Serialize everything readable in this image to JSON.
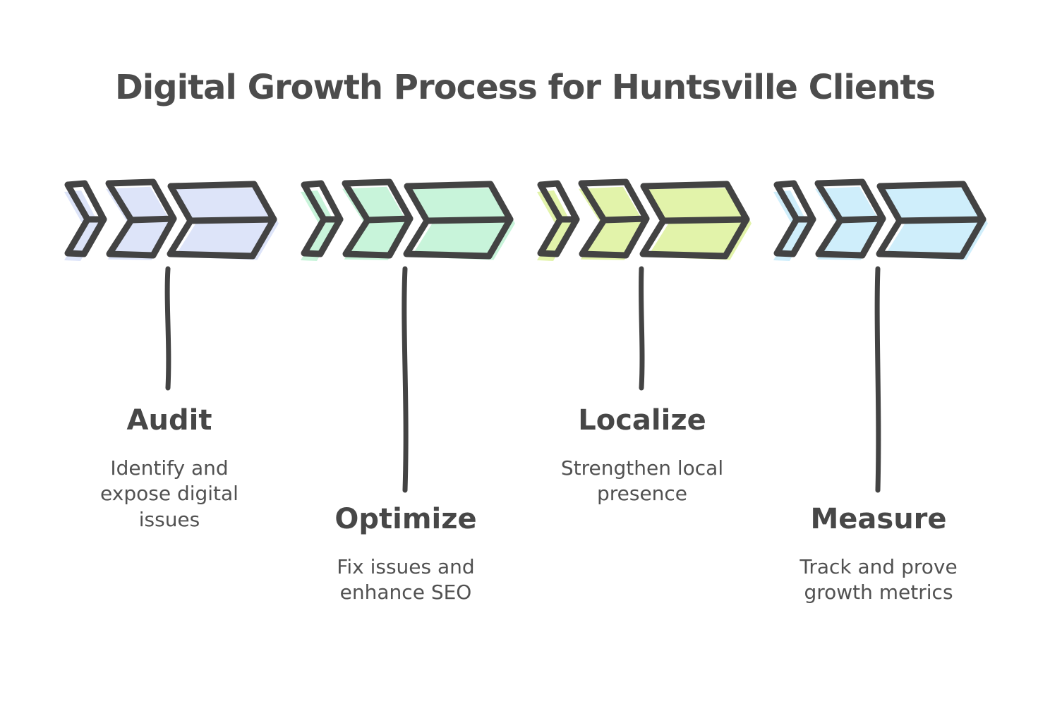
{
  "title": "Digital Growth Process for Huntsville Clients",
  "palette": {
    "background": "#ffffff",
    "outline": "#434343",
    "title_color": "#4c4c4c",
    "heading_color": "#474747",
    "description_color": "#515151"
  },
  "icons": {
    "per_step_icon": "triple-chevron-arrow-icon",
    "connector": "hand-drawn-vertical-line"
  },
  "steps": [
    {
      "name": "Audit",
      "description": "Identify and expose digital issues",
      "color": "#dde4f9"
    },
    {
      "name": "Optimize",
      "description": "Fix issues and enhance SEO",
      "color": "#c8f4da"
    },
    {
      "name": "Localize",
      "description": "Strengthen local presence",
      "color": "#e2f3aa"
    },
    {
      "name": "Measure",
      "description": "Track and prove growth metrics",
      "color": "#cfeefb"
    }
  ]
}
